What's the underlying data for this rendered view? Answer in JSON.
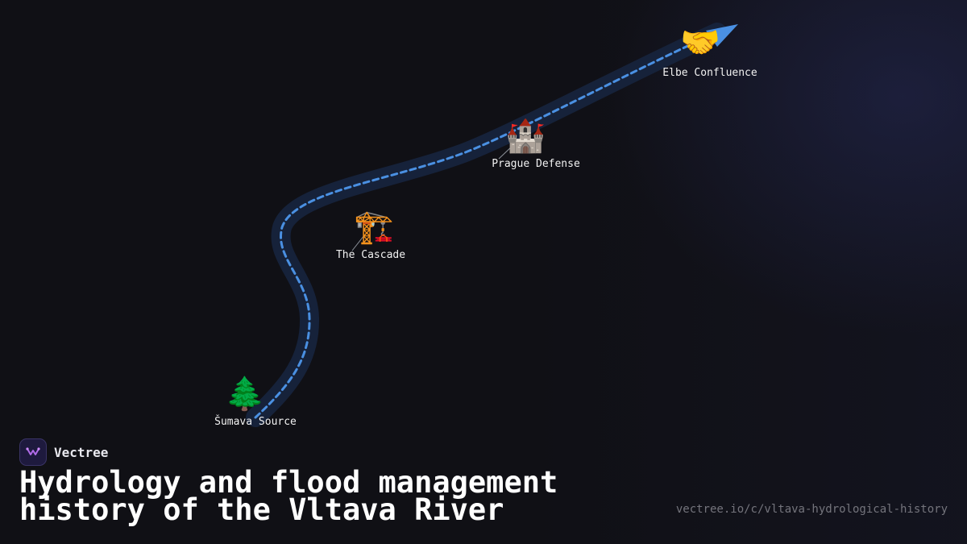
{
  "milestones": [
    {
      "label": "Šumava Source",
      "icon": "evergreen-tree"
    },
    {
      "label": "The Cascade",
      "icon": "construction-crane"
    },
    {
      "label": "Prague Defense",
      "icon": "castle"
    },
    {
      "label": "Elbe Confluence",
      "icon": "handshake"
    }
  ],
  "brand": {
    "name": "Vectree"
  },
  "title": "Hydrology and flood management history of the Vltava River",
  "url": "vectree.io/c/vltava-hydrological-history",
  "colors": {
    "background": "#101015",
    "path_glow": "#16223a",
    "path_dash": "#4a90e2",
    "arrow": "#4a90e2",
    "label": "#f2f2f2",
    "url": "#74747c"
  }
}
